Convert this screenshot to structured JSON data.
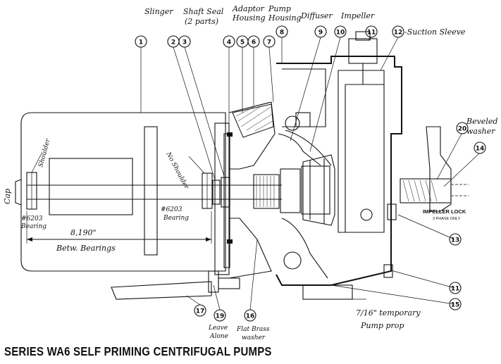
{
  "caption": "SERIES WA6 SELF PRIMING CENTRIFUGAL PUMPS",
  "annotations": {
    "slinger": "Slinger",
    "shaft_seal": "Shaft Seal",
    "shaft_seal_parts": "(2 parts)",
    "adaptor_housing_1": "Adaptor",
    "adaptor_housing_2": "Housing",
    "pump_housing_1": "Pump",
    "pump_housing_2": "Housing",
    "diffuser": "Diffuser",
    "impeller": "Impeller",
    "suction_sleeve": "-Suction Sleeve",
    "beveled_washer_1": "Beveled",
    "beveled_washer_2": "washer",
    "impeller_lock": "IMPELLER LOCK",
    "three_phase_only": "3 PHASE ONLY",
    "shoulder": "Shoulder",
    "no_shoulder": "No Shoulder",
    "cap": "Cap",
    "bearing_left_1": "#6203",
    "bearing_left_2": "Bearing",
    "bearing_right_1": "#6203",
    "bearing_right_2": "Bearing",
    "dimension": "8,190\"",
    "between_bearings": "Betw. Bearings",
    "leave_alone_1": "Leave",
    "leave_alone_2": "Alone",
    "flat_brass_1": "Flat Brass",
    "flat_brass_2": "washer",
    "temporary_1": "7/16\" temporary",
    "temporary_2": "Pump prop"
  },
  "callouts": {
    "c1": "1",
    "c2": "2",
    "c3": "3",
    "c4": "4",
    "c5": "5",
    "c6": "6",
    "c7": "7",
    "c8": "8",
    "c9": "9",
    "c10": "10",
    "c11_top": "11",
    "c12": "12",
    "c20": "20",
    "c14": "14",
    "c13": "13",
    "c11_bottom": "11",
    "c15": "15",
    "c16": "16",
    "c17": "17",
    "c19": "19"
  }
}
